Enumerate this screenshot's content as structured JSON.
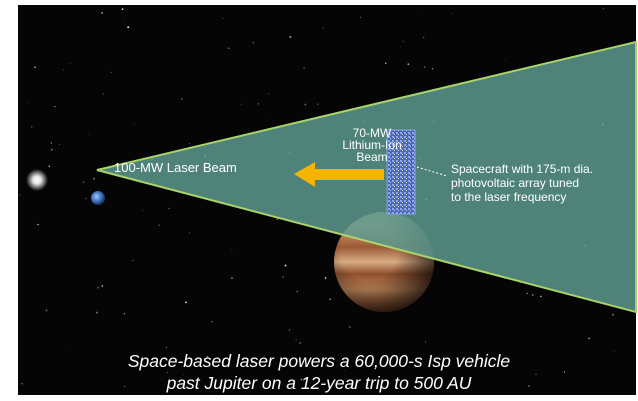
{
  "labels": {
    "laser_beam": "100-MW Laser Beam",
    "ion_beam": [
      "70-MW",
      "Lithium-Ion",
      "Beam"
    ],
    "spacecraft": [
      "Spacecraft with 175-m dia.",
      "photovoltaic array tuned",
      "to the laser frequency"
    ]
  },
  "caption": [
    "Space-based laser powers a 60,000-s Isp vehicle",
    "past Jupiter on a 12-year trip to 500 AU"
  ],
  "colors": {
    "background": "#050505",
    "frame": "#ffffff",
    "beam_fill": "#5d9a8f",
    "beam_edge": "#a9d46a",
    "arrow": "#f5b400",
    "panel": "#5a78c8",
    "jupiter": "#b0714a"
  },
  "icons": [
    "sun-icon",
    "earth-icon",
    "jupiter-icon",
    "spacecraft-array-icon",
    "ion-beam-arrow"
  ]
}
